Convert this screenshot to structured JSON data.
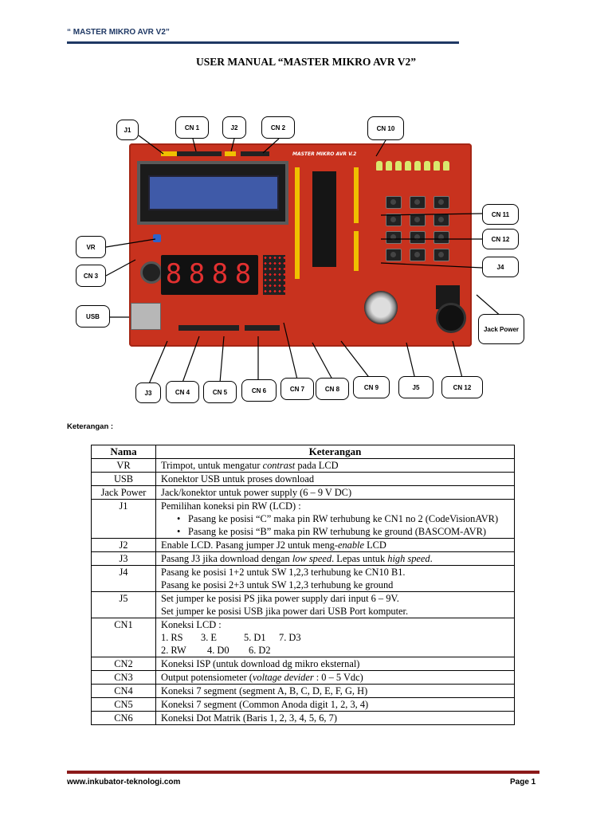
{
  "header": {
    "text": "“ MASTER MIKRO AVR V2”"
  },
  "title": "USER MANUAL “MASTER MIKRO AVR V2”",
  "figure": {
    "board_name": "MASTER MIKRO AVR V.2",
    "callouts": {
      "j1": "J1",
      "cn1": "CN 1",
      "j2": "J2",
      "cn2": "CN 2",
      "cn10": "CN 10",
      "cn11": "CN 11",
      "cn12_right": "CN 12",
      "j4": "J4",
      "vr": "VR",
      "cn3": "CN 3",
      "usb": "USB",
      "jack_power": "Jack Power",
      "j3": "J3",
      "cn4": "CN 4",
      "cn5": "CN 5",
      "cn6": "CN 6",
      "cn7": "CN 7",
      "cn8": "CN 8",
      "cn9": "CN 9",
      "j5": "J5",
      "cn12_bottom": "CN 12"
    }
  },
  "keterangan_label": "Keterangan :",
  "table": {
    "headers": {
      "nama": "Nama",
      "keterangan": "Keterangan"
    },
    "rows": {
      "vr": {
        "name": "VR",
        "pre": "Trimpot, untuk mengatur ",
        "em": "contrast",
        "post": " pada LCD"
      },
      "usb": {
        "name": "USB",
        "text": "Konektor USB untuk proses download"
      },
      "jack": {
        "name": "Jack Power",
        "text": "Jack/konektor untuk power supply (6 – 9 V DC)"
      },
      "j1": {
        "name": "J1",
        "text": "Pemilihan koneksi pin RW (LCD) :",
        "bullet1": "Pasang ke posisi “C” maka pin RW terhubung ke CN1 no 2 (CodeVisionAVR)",
        "bullet2": "Pasang ke posisi “B” maka pin RW terhubung ke ground (BASCOM-AVR)"
      },
      "j2": {
        "name": "J2",
        "pre": "Enable LCD. Pasang jumper J2 untuk meng-",
        "em": "enable",
        "post": " LCD"
      },
      "j3": {
        "name": "J3",
        "pre": "Pasang J3 jika download dengan ",
        "em1": "low speed",
        "mid": ". Lepas untuk ",
        "em2": "high speed",
        "post": "."
      },
      "j4": {
        "name": "J4",
        "line1": "Pasang ke posisi 1+2 untuk SW 1,2,3 terhubung ke CN10  B1.",
        "line2": "Pasang ke posisi 2+3 untuk SW 1,2,3 terhubung ke ground"
      },
      "j5": {
        "name": "J5",
        "line1": "Set jumper ke posisi PS jika power supply dari input 6 – 9V.",
        "line2": "Set jumper ke posisi USB jika power dari USB Port komputer."
      },
      "cn1": {
        "name": "CN1",
        "text": "Koneksi LCD :",
        "a1": "1.  RS",
        "a2": "3. E",
        "a3": "5. D1",
        "a4": "7. D3",
        "b1": "2. RW",
        "b2": "4. D0",
        "b3": "6. D2"
      },
      "cn2": {
        "name": "CN2",
        "text": "Koneksi ISP (untuk download dg mikro eksternal)"
      },
      "cn3": {
        "name": "CN3",
        "pre": "Output potensiometer (",
        "em": "voltage devider",
        "post": " : 0 – 5 Vdc)"
      },
      "cn4": {
        "name": "CN4",
        "text": "Koneksi 7 segment (segment A, B, C, D, E, F, G, H)"
      },
      "cn5": {
        "name": "CN5",
        "text": "Koneksi 7 segment (Common Anoda digit 1, 2, 3, 4)"
      },
      "cn6": {
        "name": "CN6",
        "text": "Koneksi Dot Matrik (Baris 1, 2, 3, 4, 5, 6, 7)"
      }
    }
  },
  "footer": {
    "url": "www.inkubator-teknologi.com",
    "page": "Page 1"
  },
  "colors": {
    "header_blue": "#1f3864",
    "footer_red": "#8b1a1a",
    "board_red": "#c8321e"
  }
}
